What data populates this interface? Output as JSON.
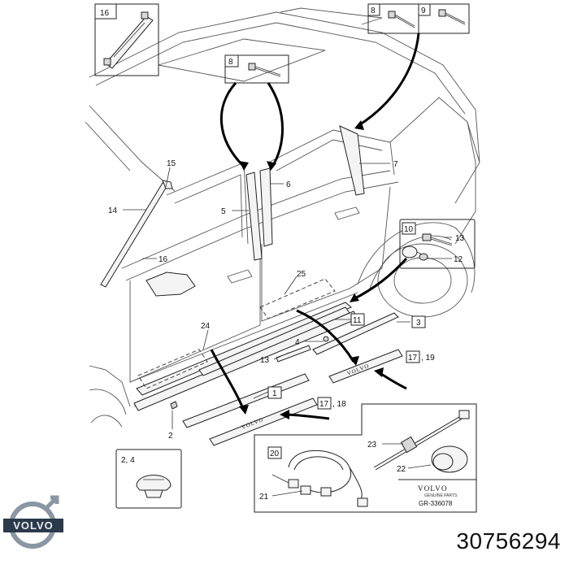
{
  "diagram": {
    "callouts": {
      "c1": "1",
      "c2": "2",
      "c3": "3",
      "c4": "4",
      "c5": "5",
      "c6": "6",
      "c7": "7",
      "c8a": "8",
      "c8b": "8",
      "c9": "9",
      "c10": "10",
      "c11": "11",
      "c12": "12",
      "c13a": "13",
      "c13b": "13",
      "c14": "14",
      "c15": "15",
      "c16a": "16",
      "c16b": "16",
      "c17a": "17",
      "c17b": "17",
      "c18": ", 18",
      "c19": ", 19",
      "c20": "20",
      "c21": "21",
      "c22": "22",
      "c23": "23",
      "c24": "24",
      "c25": "25",
      "c24b": "2, 4"
    },
    "sill_plate_text": "VOLVO",
    "sill_plate_text2": "VOLVO",
    "brand_box": {
      "brand": "VOLVO",
      "sub": "GENUINE PARTS",
      "ref": "GR-336078"
    }
  },
  "footer": {
    "logo_text": "VOLVO",
    "part_number": "30756294"
  },
  "colors": {
    "line": "#222222",
    "logo_blue": "#2a3a4a",
    "logo_ring": "#8a96a3"
  }
}
